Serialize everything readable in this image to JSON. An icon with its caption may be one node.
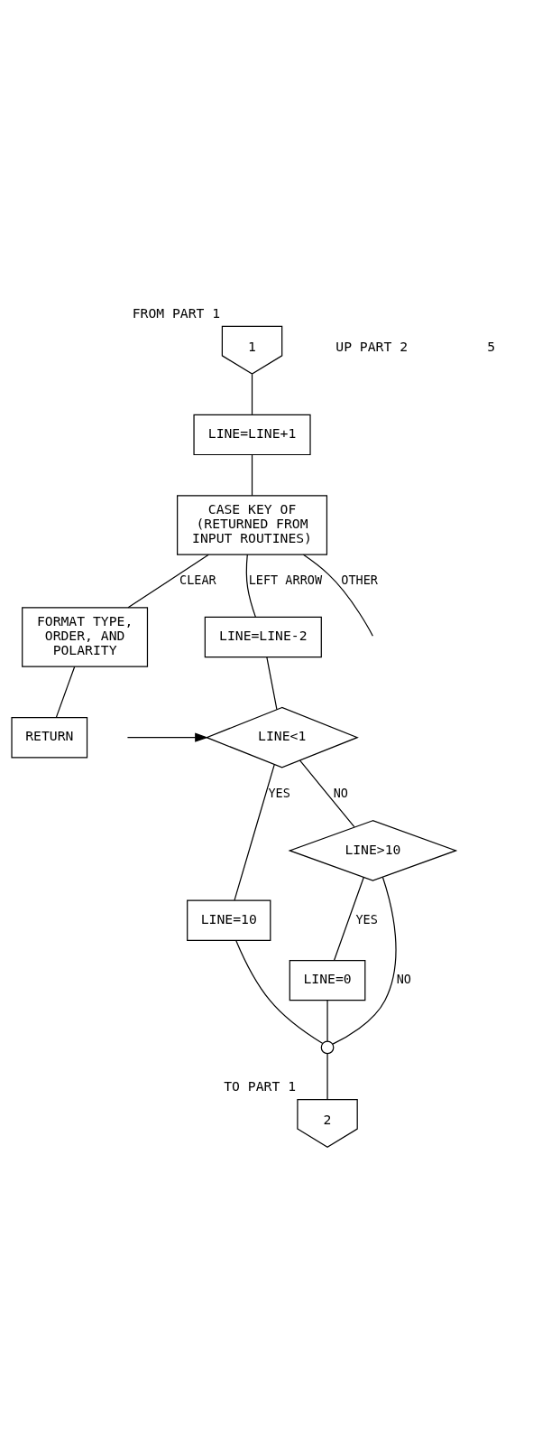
{
  "diagram": {
    "nodes": [
      {
        "text": [
          "1"
        ],
        "beside": [
          "FROM PART 1"
        ]
      },
      {
        "text": [
          "LINE=LINE+1"
        ]
      },
      {
        "text": [
          "CASE KEY OF (RETURNED FROM INPUT ROUTINES)"
        ]
      },
      {
        "text": [
          "FORMAT TYPE, ORDER, AND POLARITY"
        ]
      },
      {
        "text": [
          "RETURN"
        ]
      },
      {
        "text": [
          "LINE=LINE-2"
        ]
      },
      {
        "text": [
          "LINE<1"
        ]
      },
      {
        "text": [
          "LINE=10"
        ]
      },
      {
        "text": [
          "LINE>10"
        ]
      },
      {
        "text": [
          "LINE=0"
        ]
      },
      {
        "text": [],
        "shape": "circle"
      },
      {
        "text": [
          "2"
        ],
        "beside": [
          "TO PART 1"
        ]
      }
    ],
    "edges": [
      {
        "from": 0,
        "to": 1,
        "arrow": "none"
      },
      {
        "from": 1,
        "to": 2,
        "arrow": "none"
      },
      {
        "from": 2,
        "to": 3,
        "arrow": "none",
        "label": "CLEAR"
      },
      {
        "from": 2,
        "to": 5,
        "arrow": "none",
        "label": "LEFT ARROW"
      },
      {
        "from": 2,
        "to": null,
        "arrow": "none",
        "label": "OTHER"
      },
      {
        "from": 3,
        "to": 4,
        "arrow": "none"
      },
      {
        "from": 5,
        "to": 6,
        "arrow": "none"
      },
      {
        "from": null,
        "to": 6,
        "arrow": "to"
      },
      {
        "from": 6,
        "to": 7,
        "arrow": "none",
        "label": "YES"
      },
      {
        "from": 6,
        "to": 8,
        "arrow": "none",
        "label": "NO"
      },
      {
        "from": 8,
        "to": 9,
        "arrow": "none",
        "label": "YES"
      },
      {
        "from": 8,
        "to": 10,
        "arrow": "none",
        "label": "NO"
      },
      {
        "from": 7,
        "to": 10,
        "arrow": "none"
      },
      {
        "from": 9,
        "to": 10,
        "arrow": "none"
      },
      {
        "from": 10,
        "to": 11,
        "arrow": "none"
      }
    ],
    "labels": [
      "UP PART 2",
      "5"
    ]
  }
}
